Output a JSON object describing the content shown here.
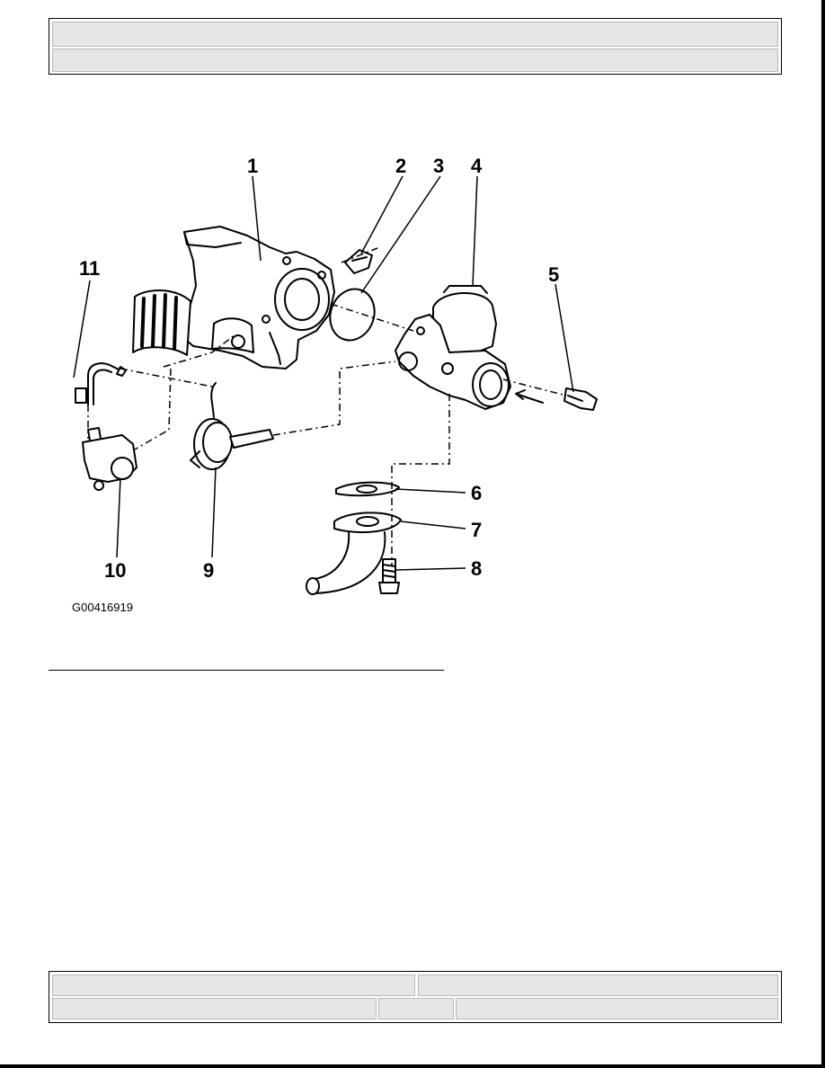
{
  "header": {
    "row1": "",
    "row2": ""
  },
  "figure": {
    "callouts": [
      "1",
      "2",
      "3",
      "4",
      "5",
      "6",
      "7",
      "8",
      "9",
      "10",
      "11"
    ],
    "code": "G00416919"
  },
  "footer": {
    "left_top": "",
    "right_top": "",
    "left_bottom": "",
    "middle_bottom": "",
    "right_bottom": ""
  }
}
